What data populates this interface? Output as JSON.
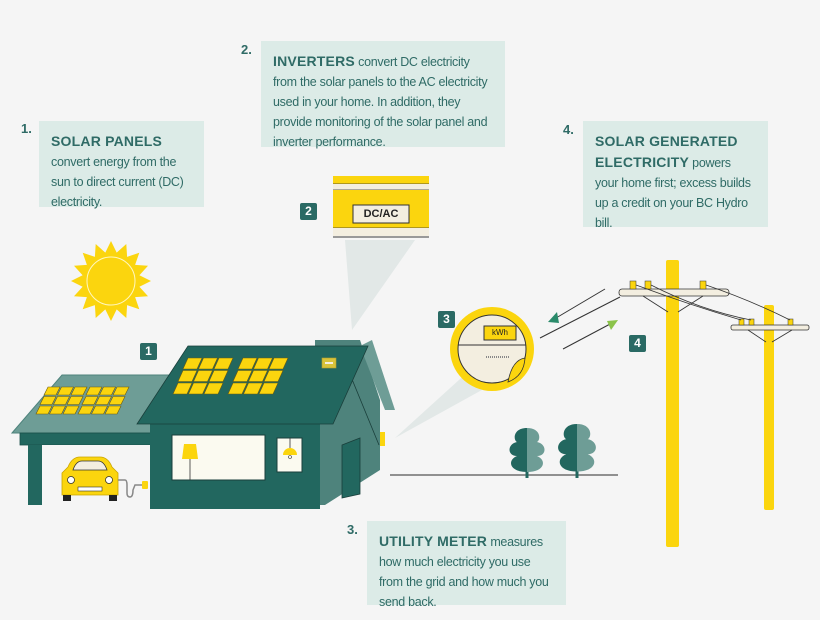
{
  "colors": {
    "background": "#f5f5f5",
    "callout_bg": "#dcebe7",
    "text": "#2f6b66",
    "dark_teal": "#22675f",
    "mid_teal": "#4e837c",
    "light_teal": "#6e9d96",
    "yellow": "#fbd50e",
    "cream": "#f3eee0",
    "green_arrow": "#8bc34a"
  },
  "callouts": [
    {
      "number": "1.",
      "title": "SOLAR PANELS",
      "body": "convert energy from the sun to direct current (DC) electricity."
    },
    {
      "number": "2.",
      "title": "INVERTERS",
      "body": "convert DC electricity from the solar panels to the AC electricity used in your home. In addition, they provide monitoring of the solar panel and inverter performance."
    },
    {
      "number": "3.",
      "title": "UTILITY METER",
      "body": "measures how much electricity you use from the grid and how much you send back."
    },
    {
      "number": "4.",
      "title": "SOLAR GENERATED ELECTRICITY",
      "body": "powers your home first; excess builds up a credit on your BC Hydro bill."
    }
  ],
  "badges": [
    "1",
    "2",
    "3",
    "4"
  ],
  "inverter": {
    "label": "DC/AC"
  },
  "meter": {
    "label": "kWh"
  },
  "icons": [
    "sun-icon",
    "car-icon",
    "plug-icon",
    "lamp-icon",
    "pendant-light-icon",
    "tree-icon",
    "power-pole-icon",
    "arrow-in-icon",
    "arrow-out-icon"
  ]
}
